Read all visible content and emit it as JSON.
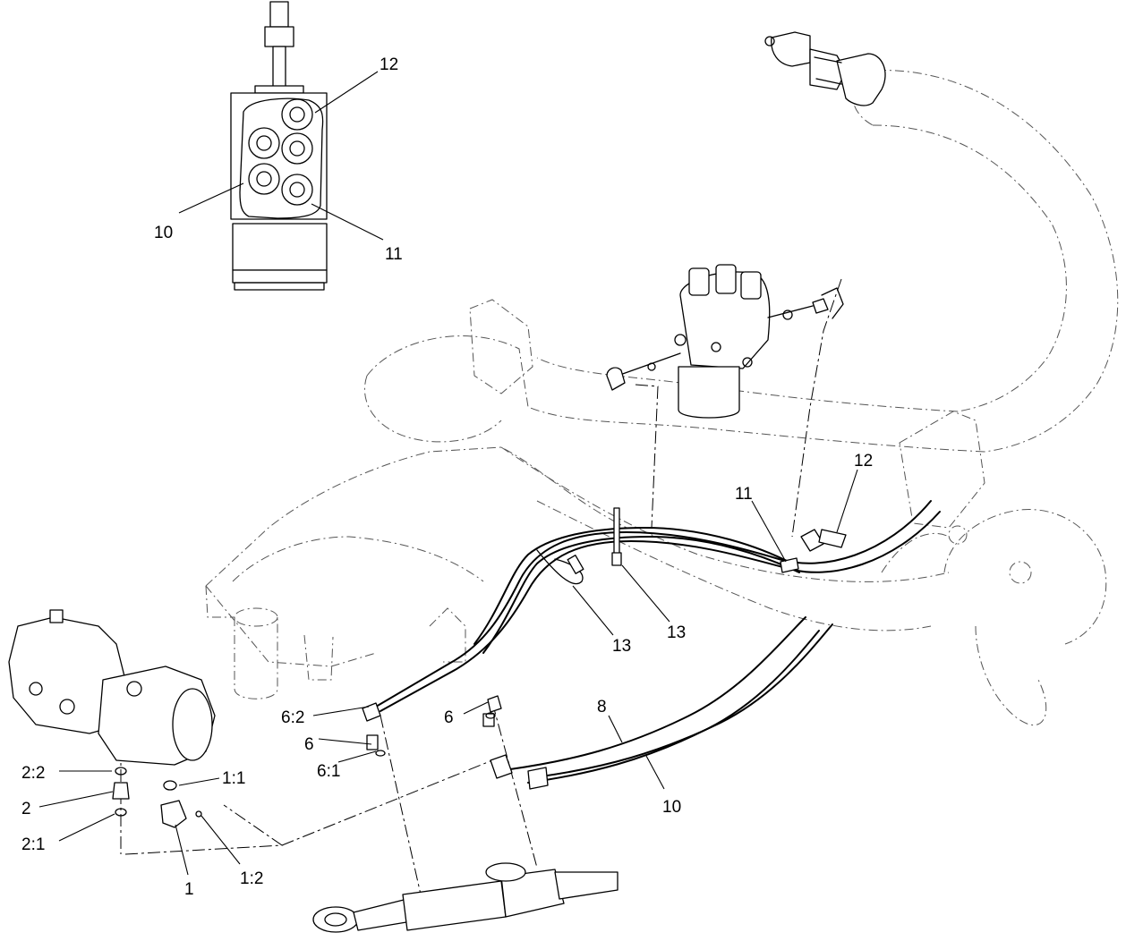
{
  "callouts": [
    {
      "id": "c-12-top",
      "text": "12"
    },
    {
      "id": "c-10-top",
      "text": "10"
    },
    {
      "id": "c-11-top",
      "text": "11"
    },
    {
      "id": "c-12-right",
      "text": "12"
    },
    {
      "id": "c-11-mid",
      "text": "11"
    },
    {
      "id": "c-13-a",
      "text": "13"
    },
    {
      "id": "c-13-b",
      "text": "13"
    },
    {
      "id": "c-8",
      "text": "8"
    },
    {
      "id": "c-10-bottom",
      "text": "10"
    },
    {
      "id": "c-6-2",
      "text": "6:2"
    },
    {
      "id": "c-6-left",
      "text": "6"
    },
    {
      "id": "c-6-1",
      "text": "6:1"
    },
    {
      "id": "c-6-right",
      "text": "6"
    },
    {
      "id": "c-2-2",
      "text": "2:2"
    },
    {
      "id": "c-2",
      "text": "2"
    },
    {
      "id": "c-2-1",
      "text": "2:1"
    },
    {
      "id": "c-1-1",
      "text": "1:1"
    },
    {
      "id": "c-1",
      "text": "1"
    },
    {
      "id": "c-1-2",
      "text": "1:2"
    }
  ]
}
